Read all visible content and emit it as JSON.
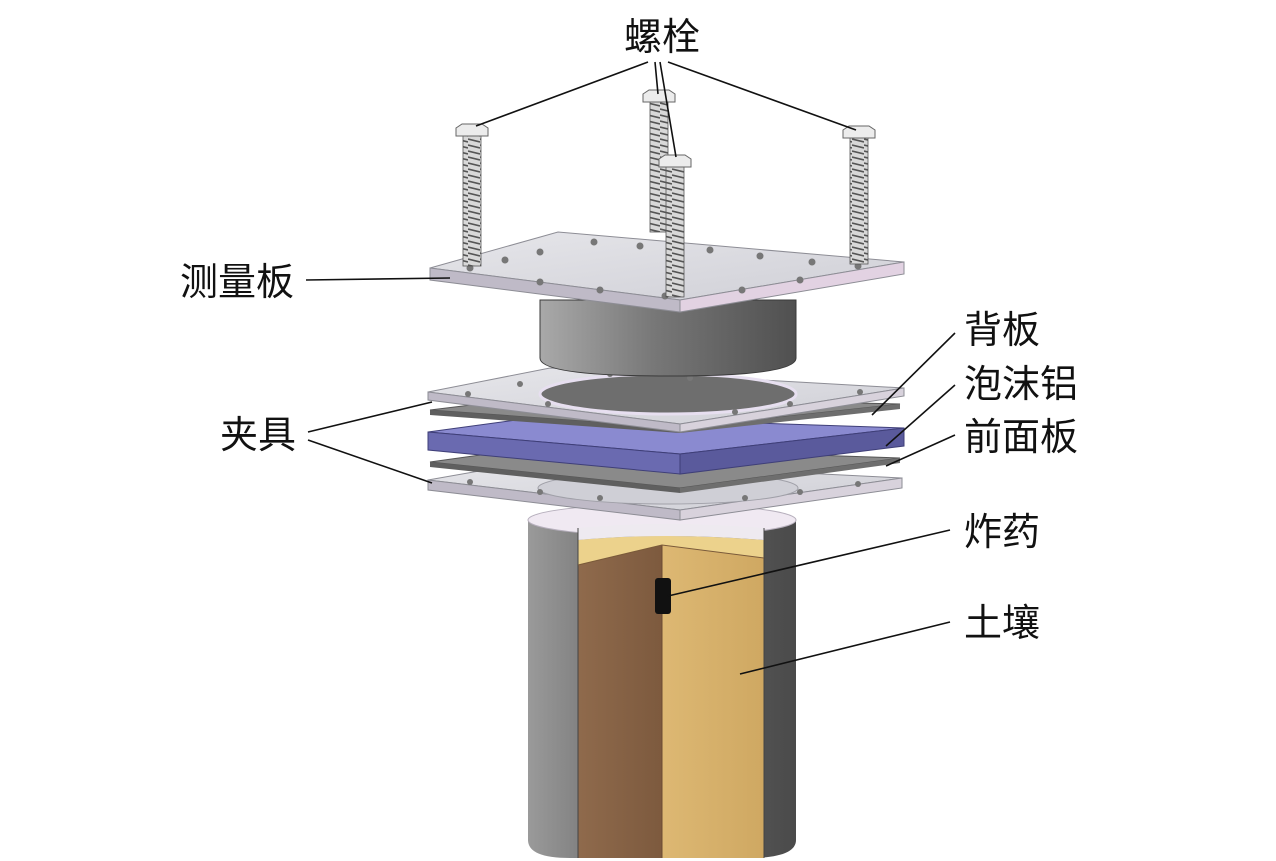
{
  "labels": {
    "bolts": "螺栓",
    "measure_plate": "测量板",
    "back_plate": "背板",
    "foam_aluminum": "泡沫铝",
    "front_plate": "前面板",
    "fixture": "夹具",
    "explosive": "炸药",
    "soil": "土壤"
  },
  "colors": {
    "plate_top": "#d9d9de",
    "plate_edge": "#b9b4c4",
    "foam": "#7f7fc0",
    "sheet": "#8a8a8a",
    "cylinder": "#7d7d7d",
    "soil_dark": "#8a6547",
    "soil_light": "#d6b06a",
    "soil_top": "#ecd28c",
    "explosive": "#111111"
  }
}
